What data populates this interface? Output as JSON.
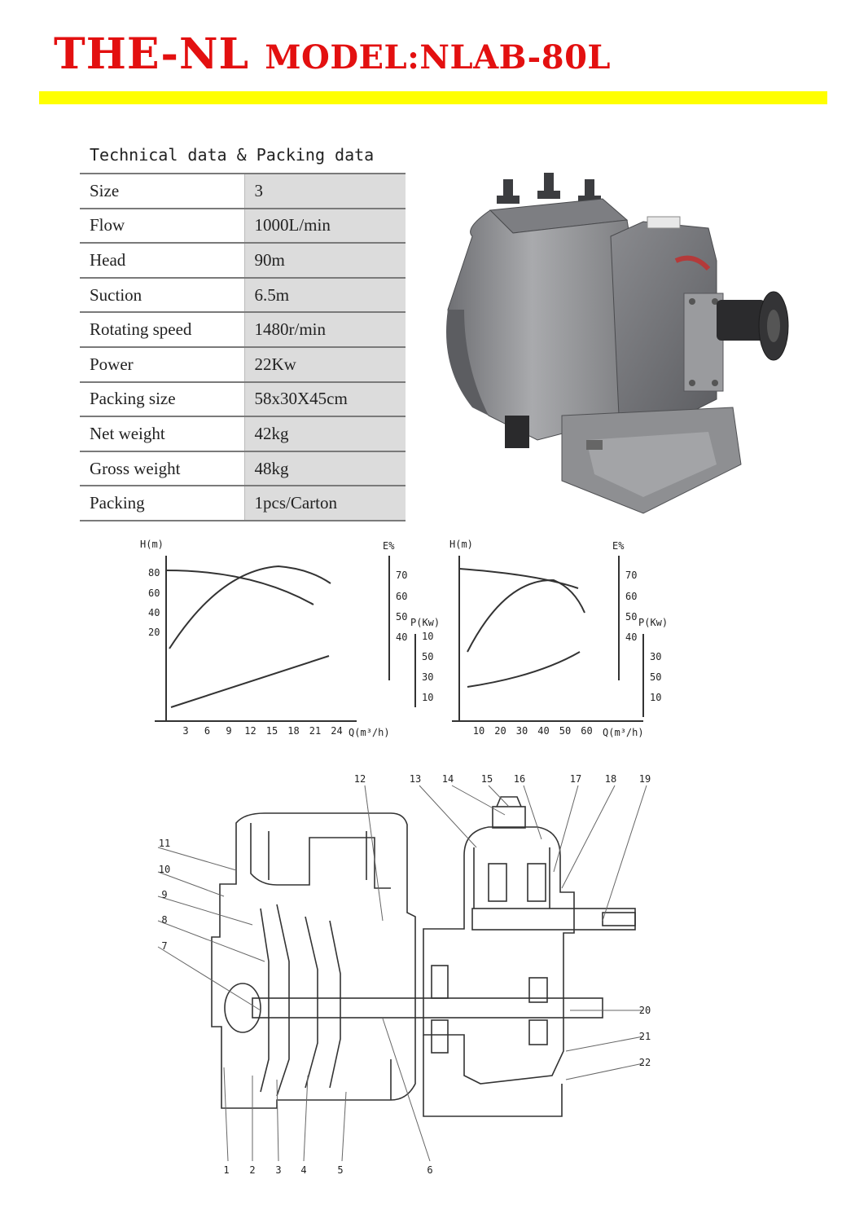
{
  "header": {
    "brand": "THE-NL",
    "model": "MODEL:NLAB-80L"
  },
  "colors": {
    "brand_red": "#e31010",
    "divider_yellow": "#ffff00",
    "value_cell_gray": "#dcdcdc"
  },
  "table": {
    "title": "Technical data & Packing data",
    "rows": [
      {
        "label": "Size",
        "value": "3"
      },
      {
        "label": "Flow",
        "value": "1000L/min"
      },
      {
        "label": "Head",
        "value": "90m"
      },
      {
        "label": "Suction",
        "value": "6.5m"
      },
      {
        "label": "Rotating speed",
        "value": "1480r/min"
      },
      {
        "label": "Power",
        "value": "22Kw"
      },
      {
        "label": "Packing size",
        "value": "58x30X45cm"
      },
      {
        "label": "Net weight",
        "value": "42kg"
      },
      {
        "label": "Gross weight",
        "value": "48kg"
      },
      {
        "label": "Packing",
        "value": "1pcs/Carton"
      }
    ]
  },
  "chart_data": [
    {
      "type": "line",
      "xlabel": "Q(m³/h)",
      "x_ticks": [
        3,
        6,
        9,
        12,
        15,
        18,
        21,
        24
      ],
      "axes": [
        {
          "label": "H(m)",
          "ticks": [
            20,
            40,
            60,
            80
          ]
        },
        {
          "label": "E%",
          "ticks": [
            40,
            50,
            60,
            70
          ]
        },
        {
          "label": "P(Kw)",
          "ticks": [
            10,
            30,
            50,
            10
          ]
        }
      ]
    },
    {
      "type": "line",
      "xlabel": "Q(m³/h)",
      "x_ticks": [
        10,
        20,
        30,
        40,
        50,
        60
      ],
      "axes": [
        {
          "label": "H(m)",
          "ticks": []
        },
        {
          "label": "E%",
          "ticks": [
            40,
            50,
            60,
            70
          ]
        },
        {
          "label": "P(Kw)",
          "ticks": [
            10,
            50,
            30
          ]
        }
      ]
    }
  ],
  "section_view": {
    "callouts": [
      "1",
      "2",
      "3",
      "4",
      "5",
      "6",
      "7",
      "8",
      "9",
      "10",
      "11",
      "12",
      "13",
      "14",
      "15",
      "16",
      "17",
      "18",
      "19",
      "20",
      "21",
      "22"
    ]
  }
}
